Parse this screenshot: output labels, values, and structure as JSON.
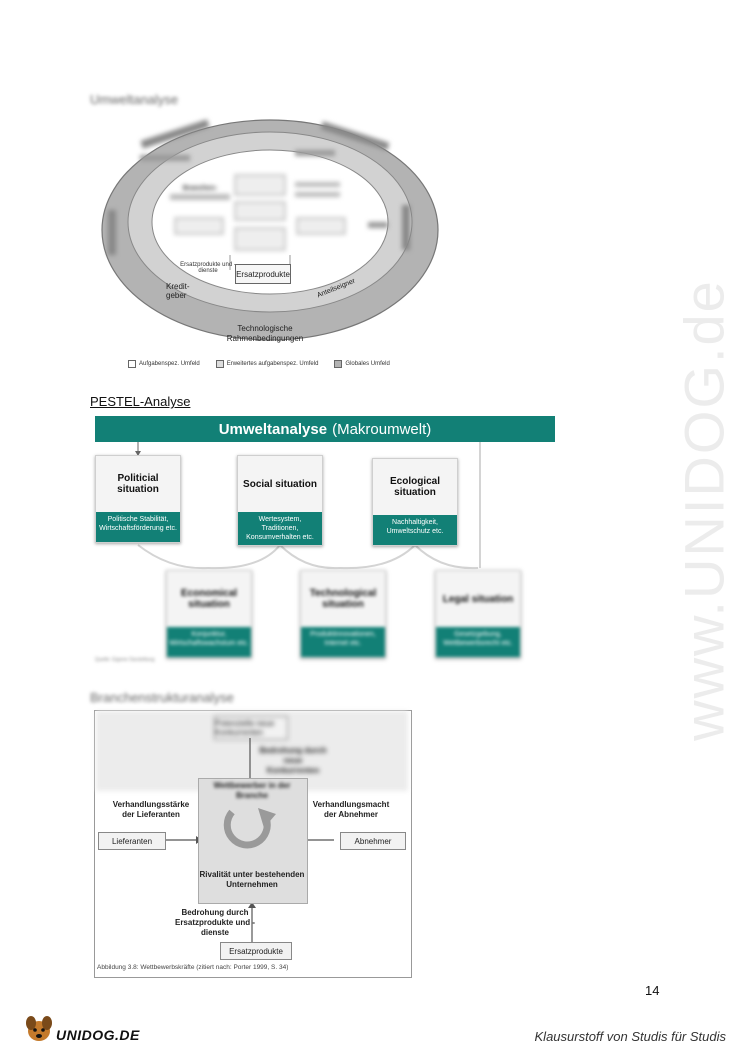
{
  "watermark": "www.UNIDOG.de",
  "section1": {
    "heading": "Umweltanalyse",
    "labels": {
      "substitutes": "Ersatzprodukte",
      "substitutes_small": "Ersatzprodukte und -dienste",
      "creditors": "Kredit-\ngeber",
      "shareholders": "Anteilseigner",
      "technology": "Technologische\nRahmenbedingungen"
    },
    "legend": [
      "Aufgabenspez. Umfeld",
      "Erweitertes aufgabenspez. Umfeld",
      "Globales Umfeld"
    ]
  },
  "section2": {
    "heading": "PESTEL-Analyse",
    "banner_bold": "Umweltanalyse",
    "banner_light": "(Makroumwelt)",
    "boxes": [
      {
        "label": "Politicial situation",
        "desc": "Politische Stabilität, Wirtschaftsförderung etc."
      },
      {
        "label": "Social situation",
        "desc": "Wertesystem, Traditionen, Konsumverhalten etc."
      },
      {
        "label": "Ecological situation",
        "desc": "Nachhaltigkeit, Umweltschutz etc."
      },
      {
        "label": "Economical situation",
        "desc": "Konjunktur, Wirtschaftswachstum etc."
      },
      {
        "label": "Technological situation",
        "desc": "Produktinnovationen, Internet etc."
      },
      {
        "label": "Legal situation",
        "desc": "Gesetzgebung, Wettbewerbsrecht etc."
      }
    ],
    "source": "Quelle: Eigene Darstellung"
  },
  "section3": {
    "heading": "Branchenstrukturanalyse",
    "top_box": "Potenzielle neue Konkurrenten",
    "threat_new": "Bedrohung durch neue Konkurrenten",
    "center_title": "Wettbewerber in der Branche",
    "left_text": "Verhandlungsstärke der Lieferanten",
    "right_text": "Verhandlungsmacht der Abnehmer",
    "left_box": "Lieferanten",
    "right_box": "Abnehmer",
    "rivalry": "Rivalität unter bestehenden Unternehmen",
    "threat_sub": "Bedrohung durch Ersatzprodukte und -dienste",
    "bottom_box": "Ersatzprodukte",
    "caption": "Abbildung 3.8: Wettbewerbskräfte (zitiert nach: Porter 1999, S. 34)"
  },
  "footer": {
    "page_number": "14",
    "logo": "UNIDOG.DE",
    "tagline": "Klausurstoff von Studis für Studis"
  }
}
